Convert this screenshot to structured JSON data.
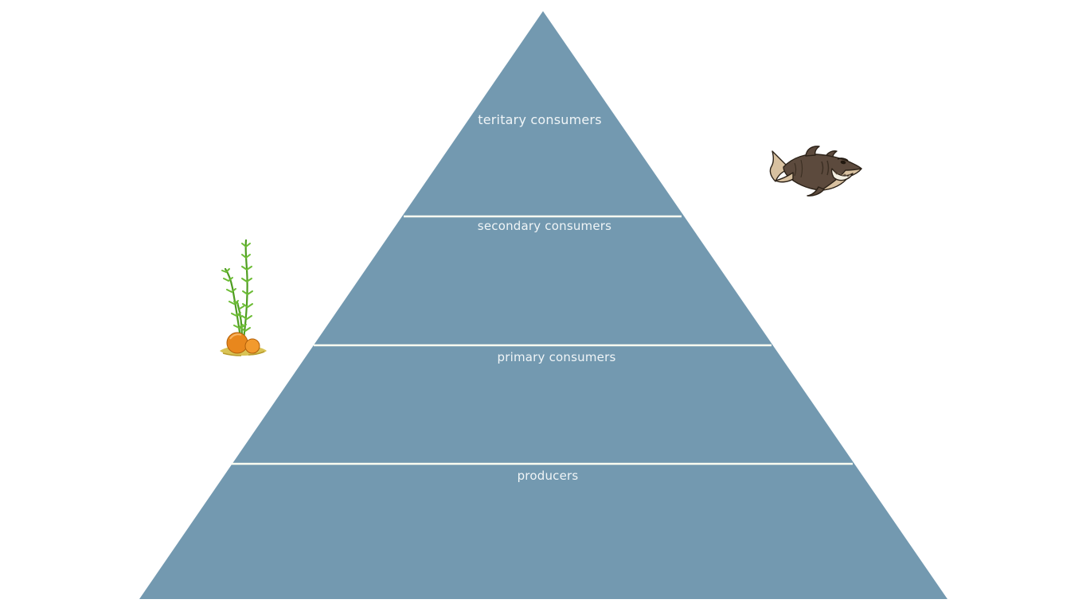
{
  "colors": {
    "pyramid": "#7399b0",
    "divider": "#fbfdf1",
    "label": "#f0f5f7"
  },
  "pyramid": {
    "levels": [
      {
        "label": "teritary consumers"
      },
      {
        "label": "secondary consumers"
      },
      {
        "label": "primary consumers"
      },
      {
        "label": "producers"
      }
    ]
  },
  "images": {
    "shark": "shark-image",
    "seaweed": "seaweed-image"
  }
}
